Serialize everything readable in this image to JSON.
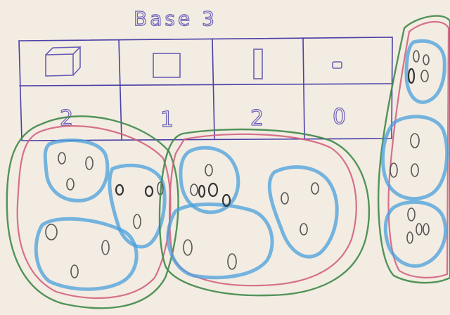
{
  "title": "Base 3",
  "table": {
    "columns": [
      {
        "icon": "cube-icon",
        "value": "2"
      },
      {
        "icon": "flat-icon",
        "value": "1"
      },
      {
        "icon": "rod-icon",
        "value": "2"
      },
      {
        "icon": "unit-icon",
        "value": "0"
      }
    ]
  },
  "colors": {
    "paper": "#f3ece2",
    "ink": "#4a3fa8",
    "green_group": "#3f8a4a",
    "red_group": "#d05a7a",
    "blue_group": "#4aa0dc",
    "seed": "#555555"
  }
}
